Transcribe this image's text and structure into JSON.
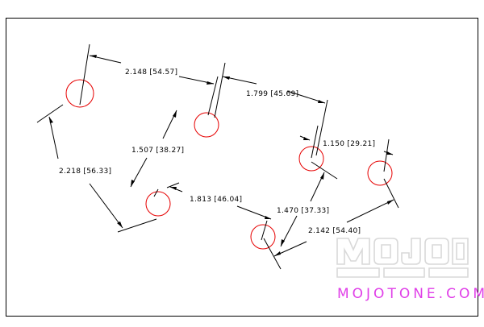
{
  "drawing": {
    "border_color": "#000000",
    "hole_color": "#e60000",
    "line_color": "#000000",
    "dimensions": [
      {
        "id": "d1",
        "label": "2.148 [54.57]"
      },
      {
        "id": "d2",
        "label": "1.799 [45.69]"
      },
      {
        "id": "d3",
        "label": "1.507 [38.27]"
      },
      {
        "id": "d4",
        "label": "2.218 [56.33]"
      },
      {
        "id": "d5",
        "label": "1.150 [29.21]"
      },
      {
        "id": "d6",
        "label": "1.813 [46.04]"
      },
      {
        "id": "d7",
        "label": "1.470 [37.33]"
      },
      {
        "id": "d8",
        "label": "2.142 [54.40]"
      }
    ]
  },
  "brand": {
    "logo_text": "MOJO TONE",
    "url": "MOJOTONE.COM",
    "url_color": "#e040e8",
    "logo_color": "#d8d8d8"
  }
}
